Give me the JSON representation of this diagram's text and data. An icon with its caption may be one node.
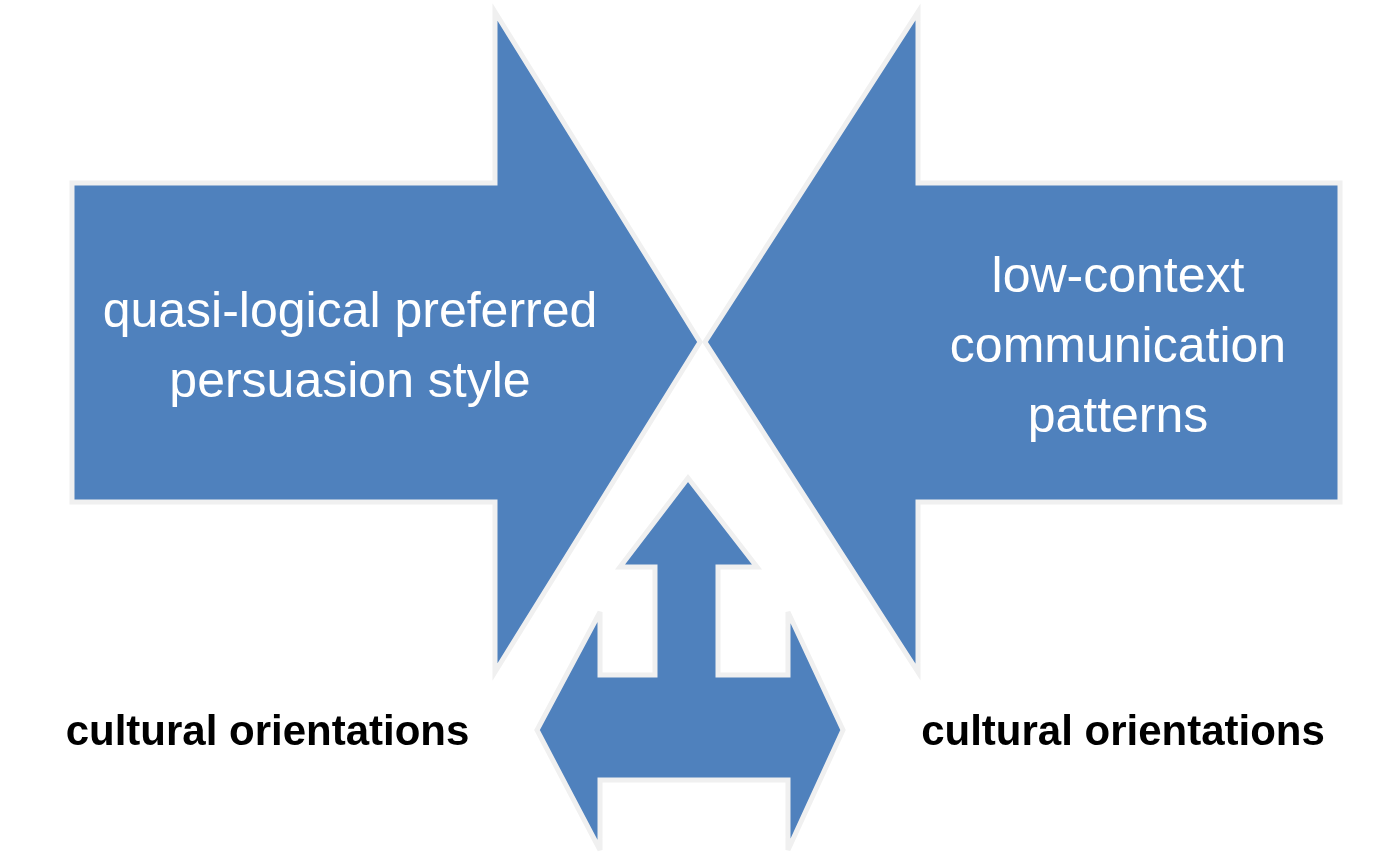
{
  "diagram": {
    "nodes": [
      {
        "text": [
          "quasi-logical preferred persuasion style"
        ]
      },
      {
        "text": [
          "low-context communication patterns"
        ]
      },
      {
        "text": [
          "cultural orientations"
        ]
      },
      {
        "text": [
          "cultural orientations"
        ]
      },
      {
        "text": [],
        "shape": "arrow"
      }
    ]
  }
}
